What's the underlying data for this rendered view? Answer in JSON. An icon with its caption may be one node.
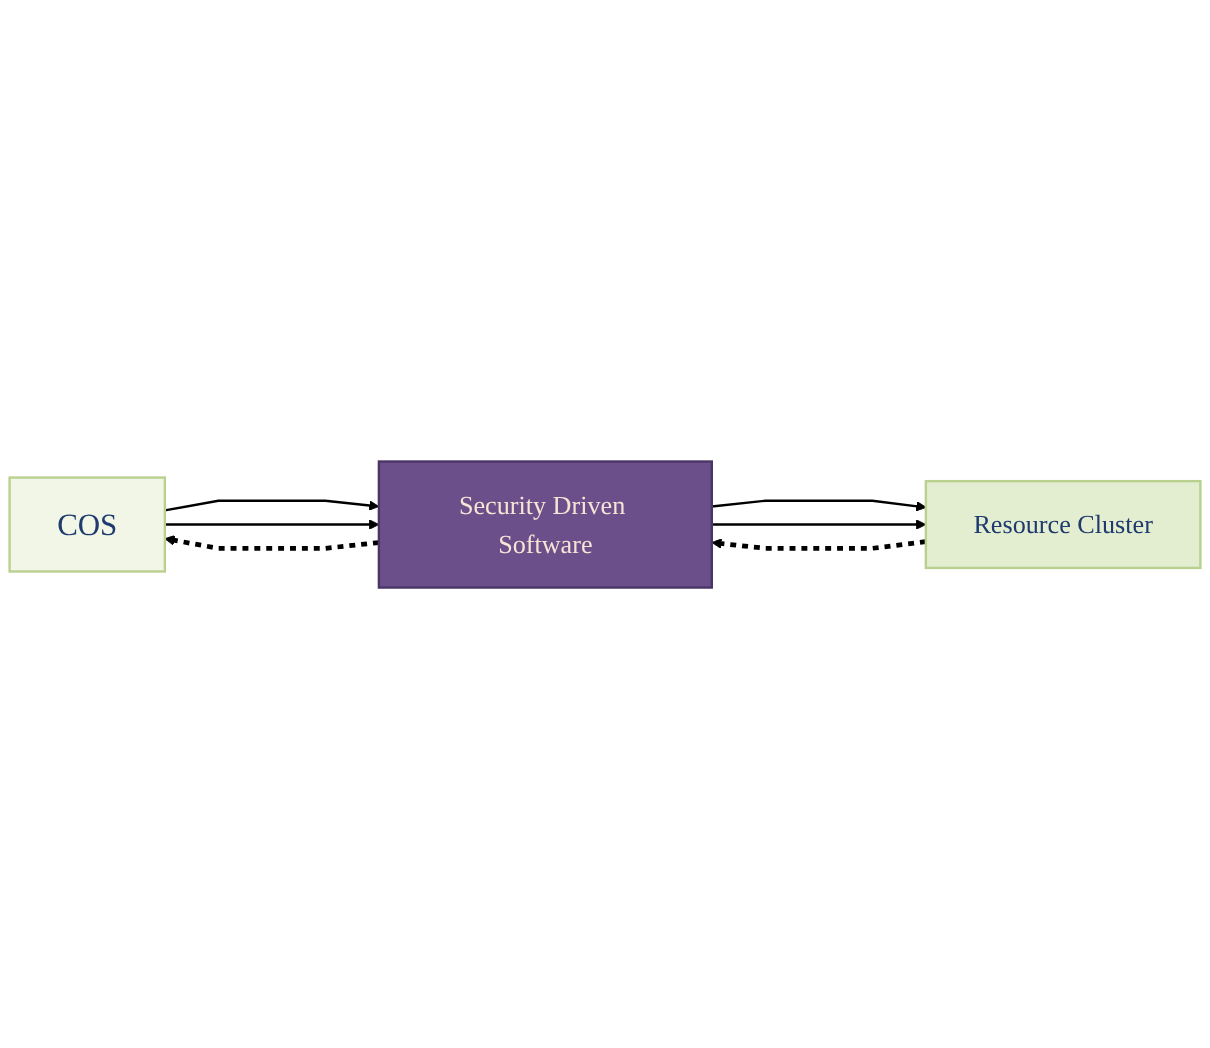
{
  "diagram": {
    "nodes": [
      {
        "text": [
          "COS"
        ]
      },
      {
        "text": [
          "Security Driven Software"
        ]
      },
      {
        "text": [
          "Resource Cluster"
        ]
      }
    ],
    "edges": [
      {
        "from": 0,
        "to": 1,
        "arrow": "to"
      },
      {
        "from": 0,
        "to": 1,
        "arrow": "to"
      },
      {
        "from": 1,
        "to": 0,
        "arrow": "to",
        "style": "dashed"
      },
      {
        "from": 1,
        "to": 2,
        "arrow": "to"
      },
      {
        "from": 1,
        "to": 2,
        "arrow": "to"
      },
      {
        "from": 2,
        "to": 1,
        "arrow": "to",
        "style": "dashed"
      }
    ]
  }
}
